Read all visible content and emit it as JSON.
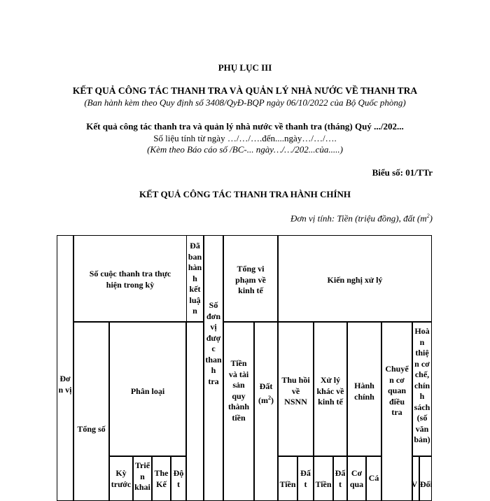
{
  "header": {
    "appendix": "PHỤ LỤC III",
    "title": "KẾT QUẢ CÔNG TÁC THANH TRA VÀ QUẢN LÝ NHÀ NƯỚC VỀ THANH TRA",
    "issued_note": "(Ban hành kèm theo Quy định số 3408/QyĐ-BQP ngày 06/10/2022 của Bộ Quốc phòng)",
    "report_title": "Kết quả công tác thanh tra và quản lý nhà nước về thanh tra (tháng) Quý .../202...",
    "data_period": "Số liệu tính từ ngày …/…/….đến....ngày…/…/….",
    "attached_note": "(Kèm theo Báo cáo số      /BC-... ngày…/…/202...của.....)",
    "form_number": "Biểu số: 01/TTr",
    "section_title": "KẾT QUẢ CÔNG TÁC THANH TRA HÀNH CHÍNH",
    "unit_label": "Đơn vị tính: Tiền (triệu đồng), đất (m",
    "unit_sup": "2",
    "unit_close": ")"
  },
  "table": {
    "don_vi": [
      "Đơ",
      "n vị"
    ],
    "so_cuoc": [
      "Số cuộc thanh tra thực",
      "hiện trong kỳ"
    ],
    "da_ban_hanh": [
      "Đã",
      "ban",
      "hàn",
      "h",
      "kết",
      "luậ",
      "n"
    ],
    "so_don_vi": [
      "Số",
      "đơn",
      "vị",
      "đượ",
      "c",
      "than",
      "h",
      "tra"
    ],
    "tong_vi_pham": [
      "Tổng vi",
      "phạm về",
      "kinh tế"
    ],
    "kien_nghi": "Kiến nghị xử lý",
    "tong_so": "Tổng số",
    "phan_loai": "Phân loại",
    "tien_tai_san": [
      "Tiền",
      "và tài",
      "sản",
      "quy",
      "thành",
      "tiền"
    ],
    "dat_main": "Đất",
    "dat_unit": "(m",
    "dat_sup": "2",
    "dat_close": ")",
    "thu_hoi": [
      "Thu hồi",
      "về",
      "NSNN"
    ],
    "xu_ly_khac": [
      "Xử lý",
      "khác về",
      "kinh tế"
    ],
    "hanh_chinh": [
      "Hành",
      "chính"
    ],
    "chuyen_co_quan": [
      "Chuyể",
      "n cơ",
      "quan",
      "điều",
      "tra"
    ],
    "hoan_thien": [
      "Hoà",
      "n",
      "thiệ",
      "n cơ",
      "chế,",
      "chín",
      "h",
      "sách",
      "(số",
      "văn",
      "bản)"
    ],
    "ky_truoc": [
      "Kỳ",
      "trước"
    ],
    "trien_khai": [
      "Triể",
      "n",
      "khai"
    ],
    "theo_ke": [
      "The",
      "Kế"
    ],
    "dot_xuat": [
      "Độ",
      "t"
    ],
    "tien_a": "Tiền",
    "dat_a": [
      "Đấ",
      "t"
    ],
    "tien_b": "Tiền",
    "dat_b": [
      "Đấ",
      "t"
    ],
    "co_quan": [
      "Cơ",
      "qua"
    ],
    "ca_nhan": "Cá",
    "vu": "V",
    "doi": "Đối"
  }
}
